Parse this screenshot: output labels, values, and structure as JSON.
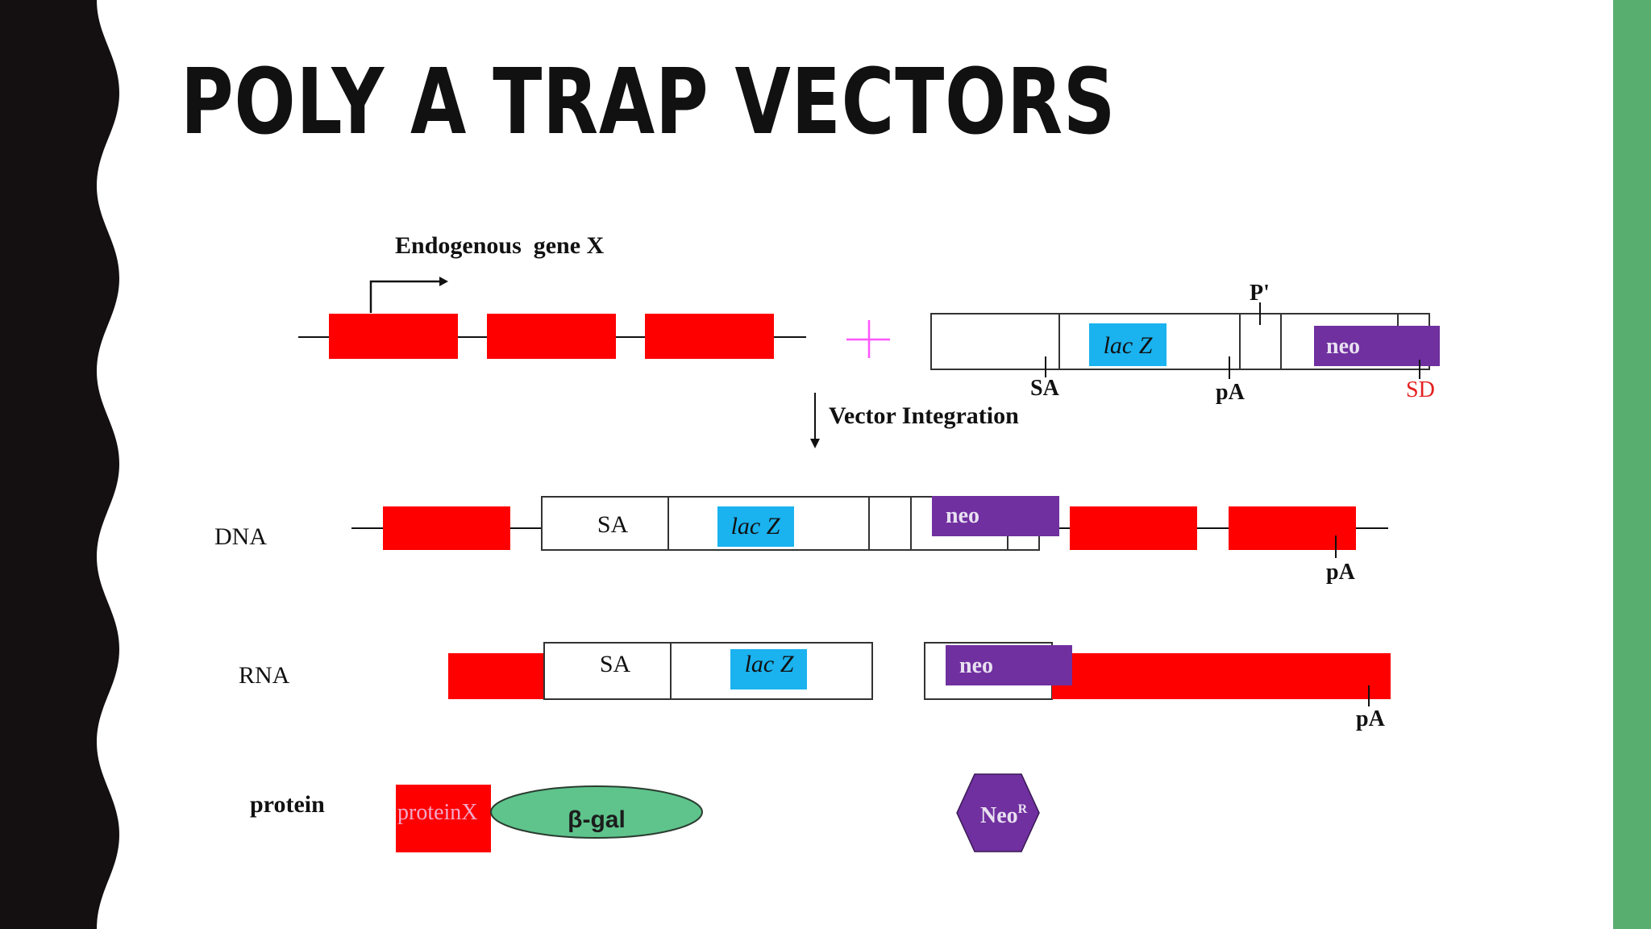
{
  "slide": {
    "title": "POLY A TRAP VECTORS",
    "colors": {
      "background": "#ffffff",
      "left_border": "#141012",
      "right_bar": "#58ae6f"
    }
  },
  "diagram": {
    "colors": {
      "exon": "#ff0000",
      "lacz": "#1ab2ef",
      "neo": "#7030a0",
      "beta_gal": "#5ec48c",
      "sd_label": "#e32020",
      "plus": "#ff55ff"
    },
    "top": {
      "gene_label": "Endogenous  gene X",
      "vector_labels": {
        "lacz": "lac Z",
        "neo": "neo",
        "sa": "SA",
        "pa": "pA",
        "promoter": "P'",
        "sd": "SD"
      }
    },
    "integration_label": "Vector Integration",
    "rows": {
      "dna": {
        "label": "DNA",
        "sa": "SA",
        "lacz": "lac Z",
        "neo": "neo",
        "pa": "pA"
      },
      "rna": {
        "label": "RNA",
        "sa": "SA",
        "lacz": "lac Z",
        "neo": "neo",
        "pa": "pA"
      },
      "protein": {
        "label": "protein",
        "protein_x": "proteinX",
        "beta_gal": "β-gal",
        "neo": "Neo",
        "neo_superscript": "R"
      }
    }
  }
}
